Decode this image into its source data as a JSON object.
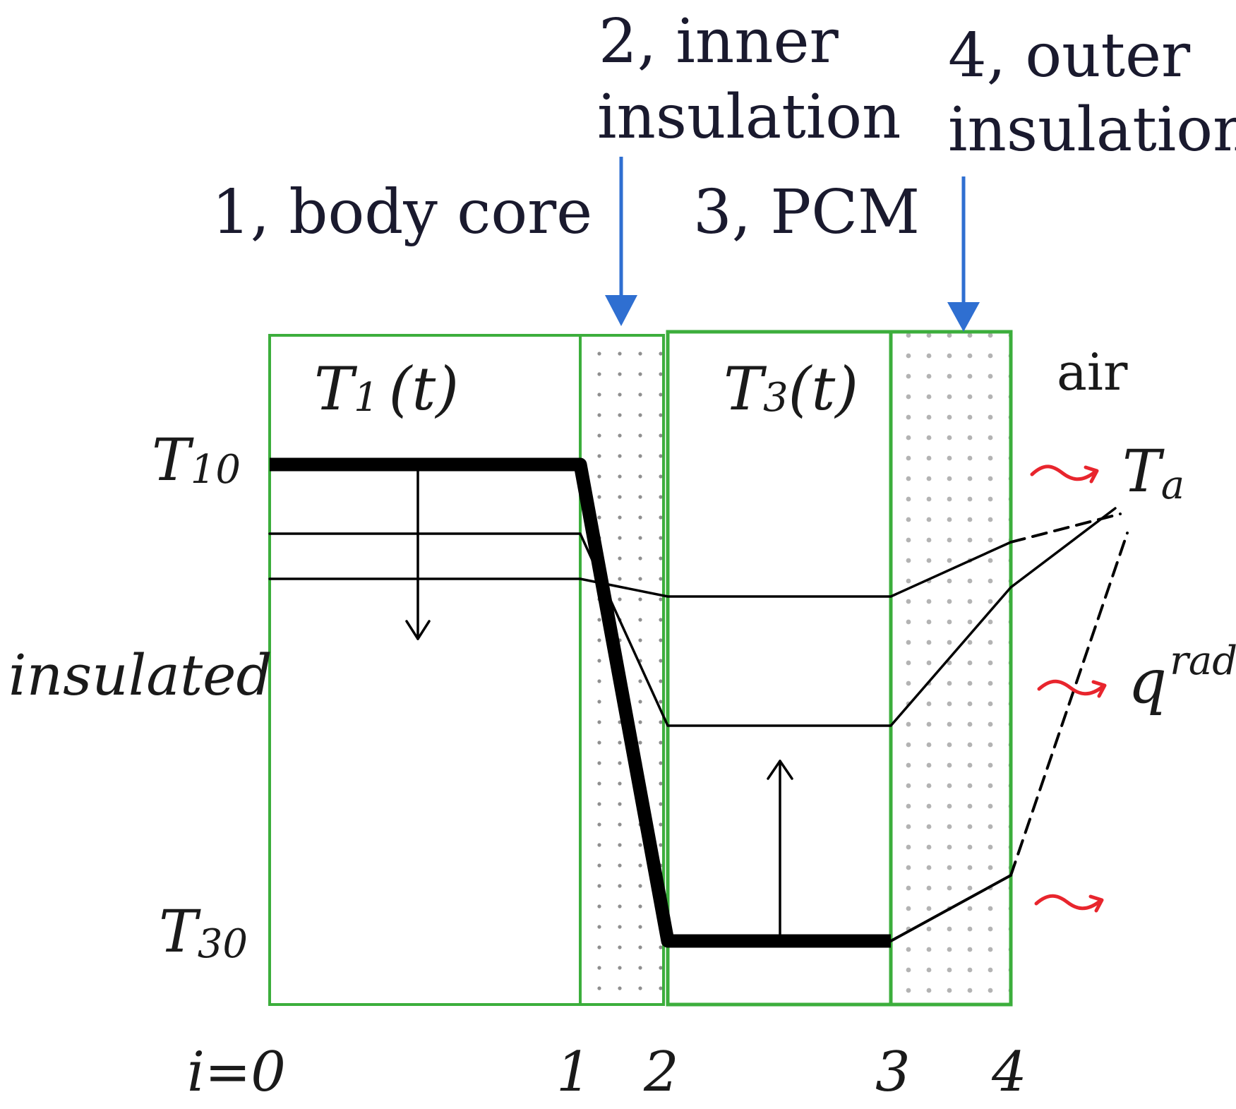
{
  "labels": {
    "inner_insulation_line1": "2, inner",
    "inner_insulation_line2": "insulation",
    "outer_insulation_line1": "4, outer",
    "outer_insulation_line2": "insulation",
    "body_core": "1, body core",
    "pcm": "3, PCM",
    "t1_main": "T",
    "t1_sub": "1",
    "t1_arg": "(t)",
    "t3_main": "T",
    "t3_sub": "3",
    "t3_arg": "(t)",
    "air": "air",
    "t10_main": "T",
    "t10_sub": "10",
    "t30_main": "T",
    "t30_sub": "30",
    "insulated": "insulated",
    "ta_main": "T",
    "ta_sub": "a",
    "qrad_main": "q",
    "qrad_sup": "rad",
    "i0": "i=0",
    "i1": "1",
    "i2": "2",
    "i3": "3",
    "i4": "4"
  },
  "colors": {
    "box_border": "#3cae3c",
    "arrow_blue": "#2f6fd1",
    "red_flux": "#e8252d",
    "text": "#1a1a1a",
    "dots": "#9a9a9a"
  }
}
